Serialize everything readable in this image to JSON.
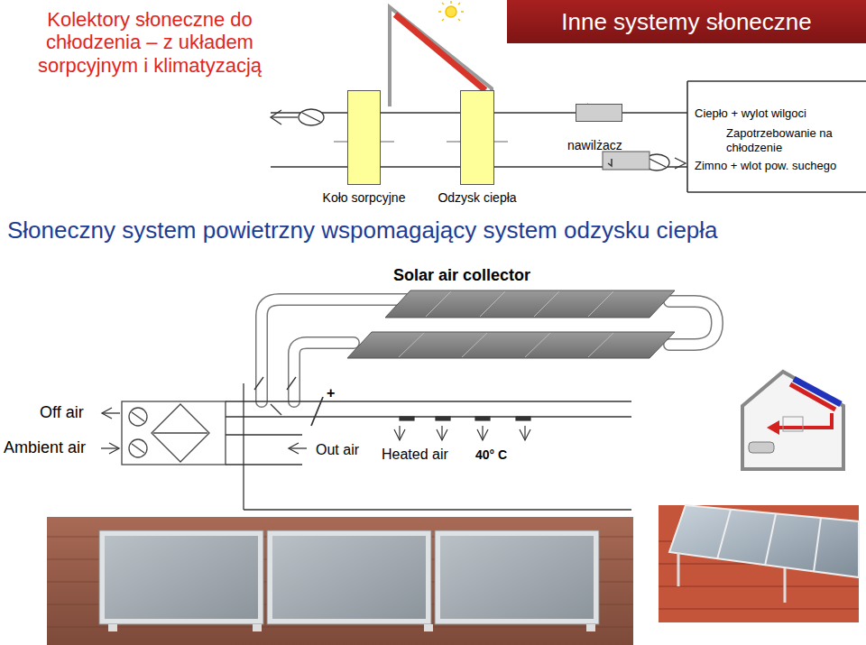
{
  "diagram": {
    "title": "Kolektory słoneczne do chłodzenia – z układem sorpcyjnym i klimatyzacją",
    "nodes": [
      {
        "text": [
          "Inne systemy słoneczne"
        ]
      },
      {
        "text": [
          "Koło sorpcyjne"
        ]
      },
      {
        "text": [
          "Odzysk ciepła"
        ]
      },
      {
        "text": [
          "nawilżacz"
        ]
      }
    ],
    "edges": [
      {
        "from": 1,
        "to": 2,
        "arrow": "none"
      },
      {
        "from": 2,
        "to": 3,
        "arrow": "none"
      }
    ],
    "labels": [
      "Ciepło + wylot wilgoci",
      "Zapotrzebowanie na chłodzenie",
      "Zimno + wlot pow. suchego",
      "Słoneczny system powietrzny wspomagający system odzysku ciepła",
      "Solar air collector",
      "Off air",
      "Ambient air",
      "+",
      "Out air",
      "Heated air",
      "40° C"
    ]
  }
}
